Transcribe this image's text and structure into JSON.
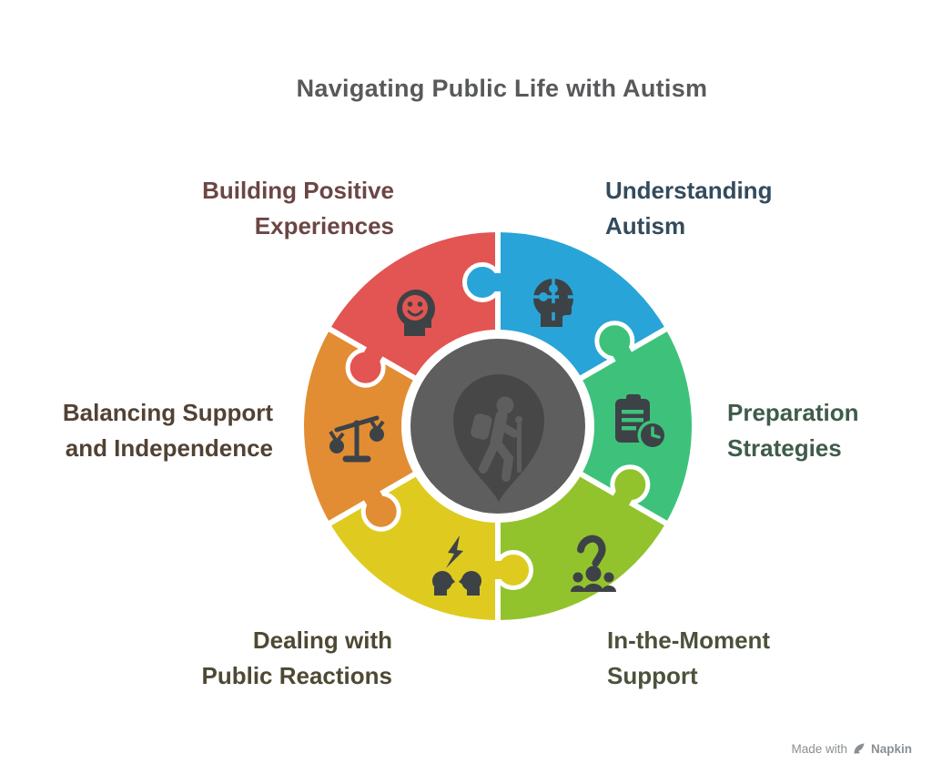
{
  "title": "Navigating Public Life with Autism",
  "title_color": "#58595b",
  "background_color": "#ffffff",
  "watermark": {
    "prefix": "Made with",
    "brand": "Napkin",
    "color": "#8a8f93",
    "logo_icon": "napkin-logo-icon"
  },
  "diagram": {
    "type": "circular-puzzle-wheel",
    "divider_color": "#ffffff",
    "icon_color": "#3d4247",
    "center": {
      "icon": "hiker-location-pin-icon",
      "circle_color": "#5e5e5e",
      "pin_color": "#474747"
    },
    "segments": [
      {
        "id": "understanding-autism",
        "label": "Understanding Autism",
        "label_lines": [
          "Understanding",
          "Autism"
        ],
        "color": "#29a4d8",
        "label_color": "#334b5c",
        "icon": "puzzle-head-icon"
      },
      {
        "id": "preparation-strategies",
        "label": "Preparation Strategies",
        "label_lines": [
          "Preparation",
          "Strategies"
        ],
        "color": "#3ec27b",
        "label_color": "#3e5c4b",
        "icon": "clipboard-clock-icon"
      },
      {
        "id": "in-the-moment-support",
        "label": "In-the-Moment Support",
        "label_lines": [
          "In-the-Moment",
          "Support"
        ],
        "color": "#92c32d",
        "label_color": "#4b523b",
        "icon": "group-question-icon"
      },
      {
        "id": "dealing-with-public-reactions",
        "label": "Dealing with Public Reactions",
        "label_lines": [
          "Dealing with",
          "Public Reactions"
        ],
        "color": "#dfcb1f",
        "label_color": "#4e4933",
        "icon": "conflict-heads-icon"
      },
      {
        "id": "balancing-support-independence",
        "label": "Balancing Support and Independence",
        "label_lines": [
          "Balancing Support",
          "and Independence"
        ],
        "color": "#e28d33",
        "label_color": "#514234",
        "icon": "balance-scale-icon"
      },
      {
        "id": "building-positive-experiences",
        "label": "Building Positive Experiences",
        "label_lines": [
          "Building Positive",
          "Experiences"
        ],
        "color": "#e25552",
        "label_color": "#6b4644",
        "icon": "smiling-head-icon"
      }
    ]
  }
}
